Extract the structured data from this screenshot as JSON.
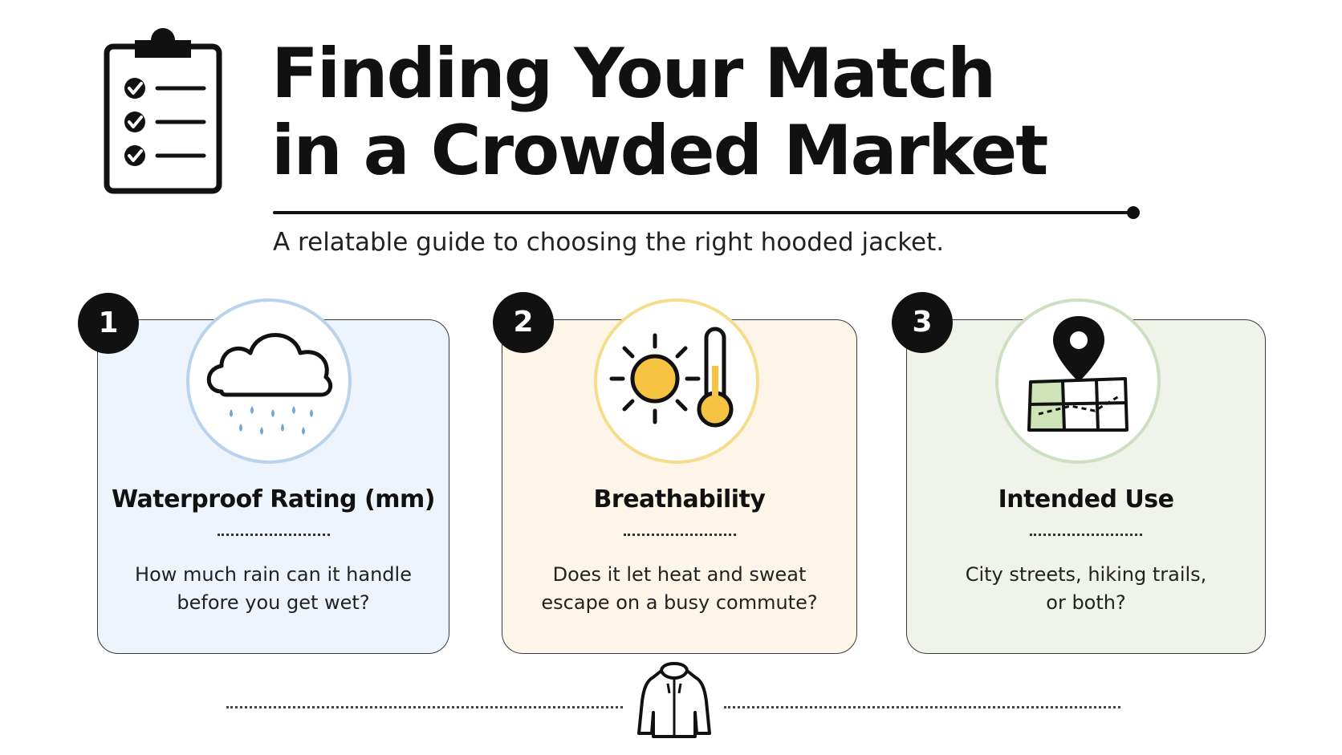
{
  "header": {
    "title_line1": "Finding Your Match",
    "title_line2": "in a Crowded Market",
    "subtitle": "A relatable guide to choosing the right hooded jacket.",
    "icon": "clipboard-checklist-icon"
  },
  "cards": [
    {
      "number": "1",
      "title": "Waterproof Rating (mm)",
      "text_line1": "How much rain can it handle",
      "text_line2": "before you get wet?",
      "icon": "rain-cloud-icon",
      "background": "#eef4fb",
      "ring_color": "#b9d3ee"
    },
    {
      "number": "2",
      "title": "Breathability",
      "text_line1": "Does it let heat and sweat",
      "text_line2": "escape on a busy commute?",
      "icon": "sun-thermometer-icon",
      "background": "#fdf6e8",
      "ring_color": "#f6dd8e"
    },
    {
      "number": "3",
      "title": "Intended Use",
      "text_line1": "City streets, hiking trails,",
      "text_line2": "or both?",
      "icon": "map-pin-icon",
      "background": "#eff3ea",
      "ring_color": "#cfe0c2"
    }
  ],
  "footer": {
    "icon": "hooded-jacket-icon"
  }
}
